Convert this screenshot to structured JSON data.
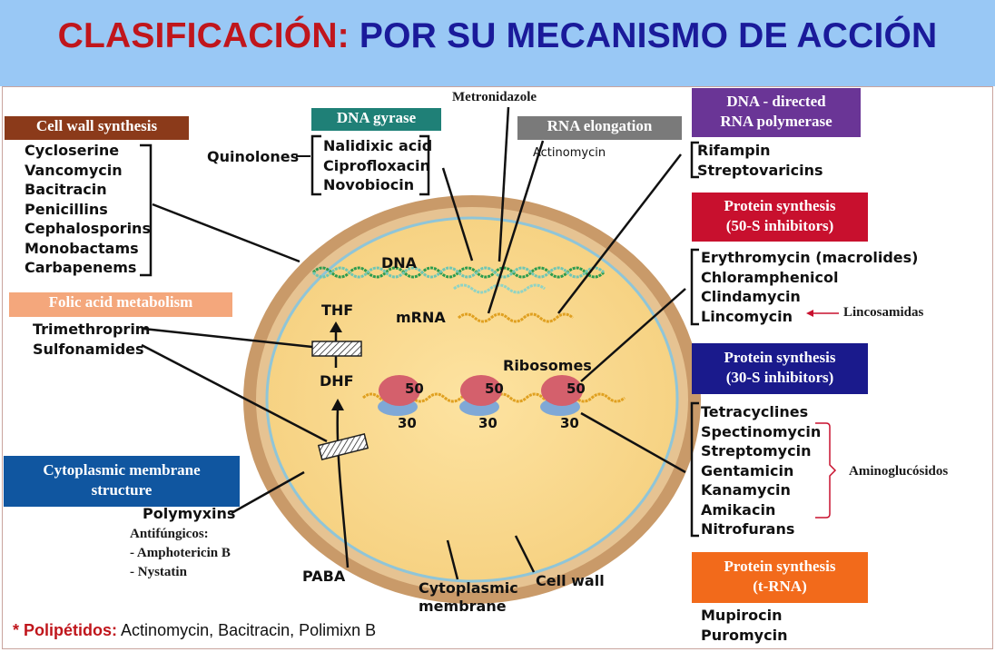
{
  "title": {
    "part1": "CLASIFICACIÓN:",
    "part2": "POR SU MECANISMO DE ACCIÓN"
  },
  "labels": {
    "cell_wall": "Cell wall synthesis",
    "dna_gyrase": "DNA gyrase",
    "metronidazole": "Metronidazole",
    "rna_elongation": "RNA elongation",
    "dna_directed_1": "DNA - directed",
    "dna_directed_2": "RNA polymerase",
    "protein_50s_1": "Protein synthesis",
    "protein_50s_2": "(50-S inhibitors)",
    "folic": "Folic acid metabolism",
    "protein_30s_1": "Protein synthesis",
    "protein_30s_2": "(30-S inhibitors)",
    "cytoplasmic_1": "Cytoplasmic membrane",
    "cytoplasmic_2": "structure",
    "protein_trna_1": "Protein synthesis",
    "protein_trna_2": "(t-RNA)"
  },
  "drugs": {
    "cell_wall": [
      "Cycloserine",
      "Vancomycin",
      "Bacitracin",
      "Penicillins",
      "Cephalosporins",
      "Monobactams",
      "Carbapenems"
    ],
    "quinolones_label": "Quinolones",
    "quinolones": [
      "Nalidixic acid",
      "Ciprofloxacin",
      "Novobiocin"
    ],
    "actinomycin": "Actinomycin",
    "rna_polymerase": [
      "Rifampin",
      "Streptovaricins"
    ],
    "protein_50s": [
      "Erythromycin (macrolides)",
      "Chloramphenicol",
      "Clindamycin",
      "Lincomycin"
    ],
    "lincosamidas": "Lincosamidas",
    "folic": [
      "Trimethroprim",
      "Sulfonamides"
    ],
    "protein_30s": [
      "Tetracyclines",
      "Spectinomycin",
      "Streptomycin",
      "Gentamicin",
      "Kanamycin",
      "Amikacin",
      "Nitrofurans"
    ],
    "aminoglucosidos": "Aminoglucósidos",
    "polymyxins": "Polymyxins",
    "antifungal": [
      "Antifúngicos:",
      "- Amphotericin B",
      "- Nystatin"
    ],
    "protein_trna": [
      "Mupirocin",
      "Puromycin"
    ]
  },
  "cell": {
    "dna": "DNA",
    "mrna": "mRNA",
    "thf": "THF",
    "dhf": "DHF",
    "ribosomes": "Ribosomes",
    "large_subunit": "50",
    "small_subunit": "30",
    "paba": "PABA",
    "cytoplasmic_1": "Cytoplasmic",
    "cytoplasmic_2": "membrane",
    "cell_wall": "Cell wall"
  },
  "footnote": {
    "star": "*",
    "key": "Polipétidos:",
    "text": "Actinomycin, Bacitracin, Polimixn B"
  },
  "colors": {
    "cell_wall": "#8b3a1a",
    "dna_gyrase": "#1f8077",
    "rna_elongation": "#7a7a7a",
    "dna_directed": "#6a3596",
    "protein_50s": "#c8102e",
    "folic": "#f4a77c",
    "protein_30s": "#1a1a8c",
    "cytoplasmic": "#1056a0",
    "protein_trna": "#f26a1b"
  }
}
